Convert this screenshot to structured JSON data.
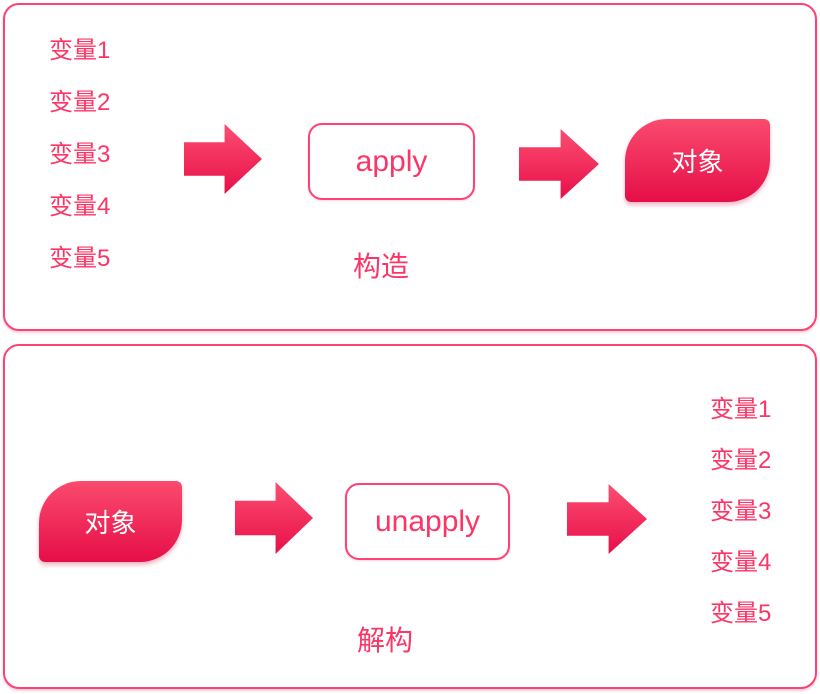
{
  "colors": {
    "accent_text": "#fc3566",
    "border_pink": "#fc4373",
    "shape_gradient_top": "#fa4b6e",
    "shape_gradient_bottom": "#e60e48",
    "object_text": "#ffffff",
    "background": "#ffffff"
  },
  "panels": [
    {
      "name": "construct",
      "caption": "构造",
      "box_label": "apply",
      "object_label": "对象",
      "variables": [
        "变量1",
        "变量2",
        "变量3",
        "变量4",
        "变量5"
      ]
    },
    {
      "name": "destructure",
      "caption": "解构",
      "box_label": "unapply",
      "object_label": "对象",
      "variables": [
        "变量1",
        "变量2",
        "变量3",
        "变量4",
        "变量5"
      ]
    }
  ]
}
